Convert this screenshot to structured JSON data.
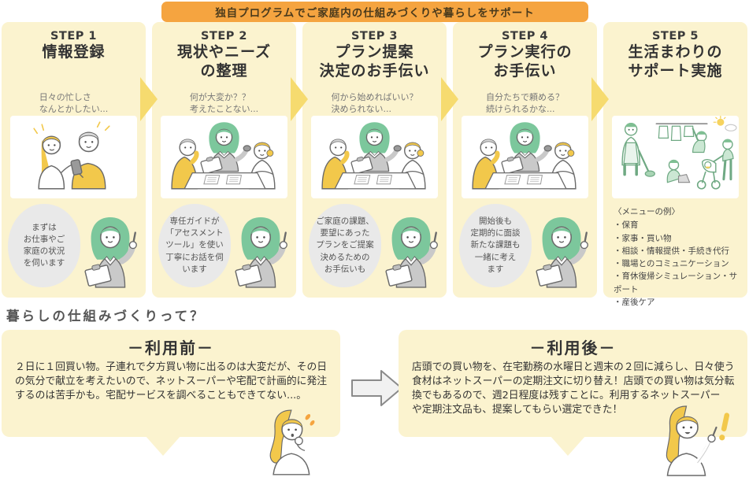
{
  "banner": {
    "text": "独自プログラムでご家庭内の仕組みづくりや暮らしをサポート"
  },
  "steps": [
    {
      "label": "STEP 1",
      "title": "情報登録",
      "question": "日々の忙しさ\nなんとかしたい...",
      "bubble": "まずは\nお仕事やご\n家庭の状況\nを伺います"
    },
    {
      "label": "STEP 2",
      "title": "現状やニーズ\nの整理",
      "question": "何が大変か？？\n考えたことない...",
      "bubble": "専任ガイドが\n「アセスメント\nツール」を使い\n丁寧にお話を伺\nいます"
    },
    {
      "label": "STEP 3",
      "title": "プラン提案\n決定のお手伝い",
      "question": "何から始めればいい？\n決められない...",
      "bubble": "ご家庭の課題、\n要望にあった\nプランをご提案\n決めるための\nお手伝いも"
    },
    {
      "label": "STEP 4",
      "title": "プラン実行の\nお手伝い",
      "question": "自分たちで頼める？\n続けられるかな...",
      "bubble": "開始後も\n定期的に面談\n新たな課題も\n一緒に考え\nます"
    },
    {
      "label": "STEP 5",
      "title": "生活まわりの\nサポート実施",
      "menu": {
        "title": "〈メニューの例〉",
        "items": [
          "・保育",
          "・家事・買い物",
          "・相談・情報提供・手続き代行",
          "・職場とのコミュニケーション",
          "・育休復帰シミュレーション・サポート",
          "・産後ケア"
        ]
      }
    }
  ],
  "bottom": {
    "heading": "暮らしの仕組みづくりって？",
    "before": {
      "title": "－利用前－",
      "body": "２日に１回買い物。子連れで夕方買い物に出るのは大変だが、その日の気分で献立を考えたいので、ネットスーパーや宅配で計画的に発注するのは苦手かも。宅配サービスを調べることもできてない...。"
    },
    "after": {
      "title": "－利用後－",
      "body": "店頭での買い物を、在宅勤務の水曜日と週末の２回に減らし、日々使う食材はネットスーパーの定期注文に切り替え！店頭での買い物は気分転換でもあるので、週2日程度は残すことに。利用するネットスーパー\nや定期注文品も、提案してもらい選定できた！"
    }
  },
  "colors": {
    "banner_bg": "#F5A440",
    "banner_text": "#4A3A1C",
    "step_bg": "#FBF3CF",
    "arrow_yellow": "#F6DB6F",
    "bubble_gray": "#E9E9E9",
    "accent_green": "#7CC79C",
    "accent_yellow": "#F2C84B",
    "accent_orange": "#F5A43F",
    "text_dark": "#3C3C3C"
  }
}
